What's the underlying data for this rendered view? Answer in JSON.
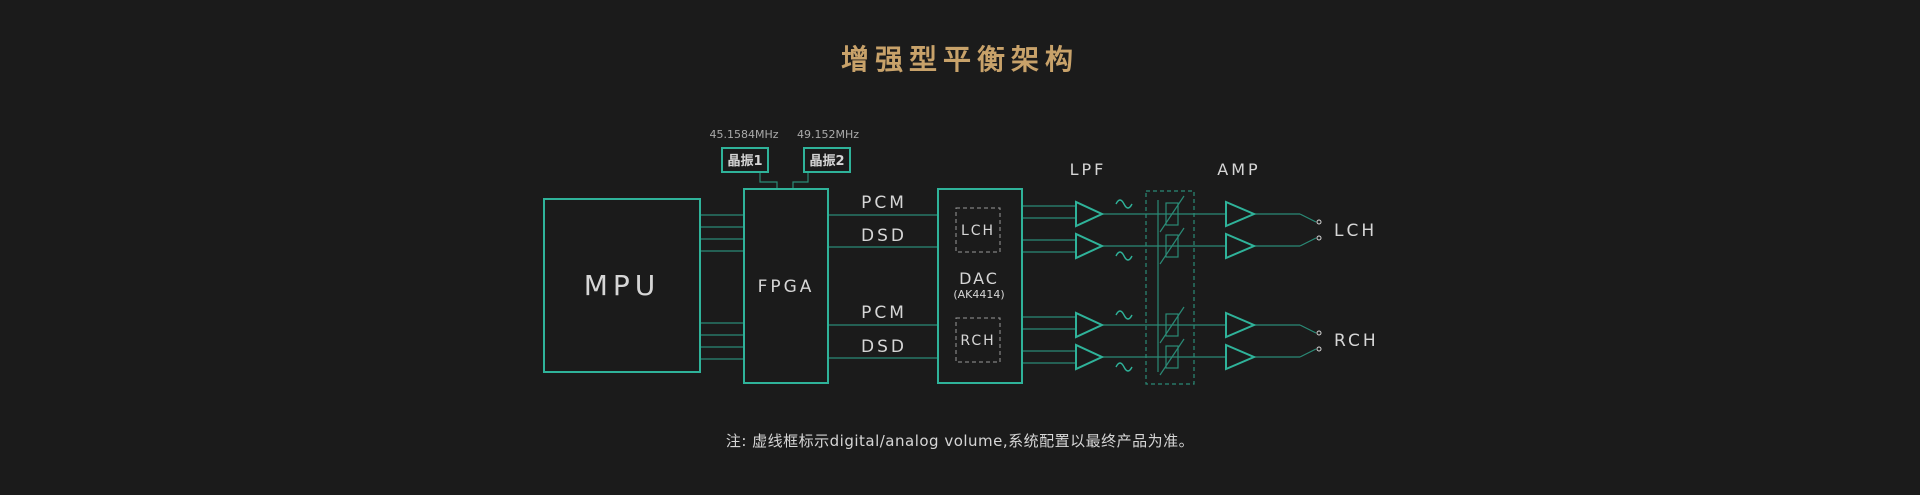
{
  "title": "增强型平衡架构",
  "note": "注: 虚线框标示digital/analog volume,系统配置以最终产品为准。",
  "colors": {
    "background": "#1b1b1b",
    "title": "#c8a26a",
    "accent": "#2fb39a",
    "line": "#2a8a76",
    "text": "#d6d6d6"
  },
  "diagram": {
    "mpu": "MPU",
    "fpga": "FPGA",
    "crystal1": {
      "label": "晶振1",
      "freq": "45.1584MHz"
    },
    "crystal2": {
      "label": "晶振2",
      "freq": "49.152MHz"
    },
    "pcm_top": "PCM",
    "dsd_top": "DSD",
    "pcm_bottom": "PCM",
    "dsd_bottom": "DSD",
    "dac": "DAC",
    "dac_model": "(AK4414)",
    "lch_inner": "LCH",
    "rch_inner": "RCH",
    "lpf": "LPF",
    "amp": "AMP",
    "lch_out": "LCH",
    "rch_out": "RCH"
  }
}
